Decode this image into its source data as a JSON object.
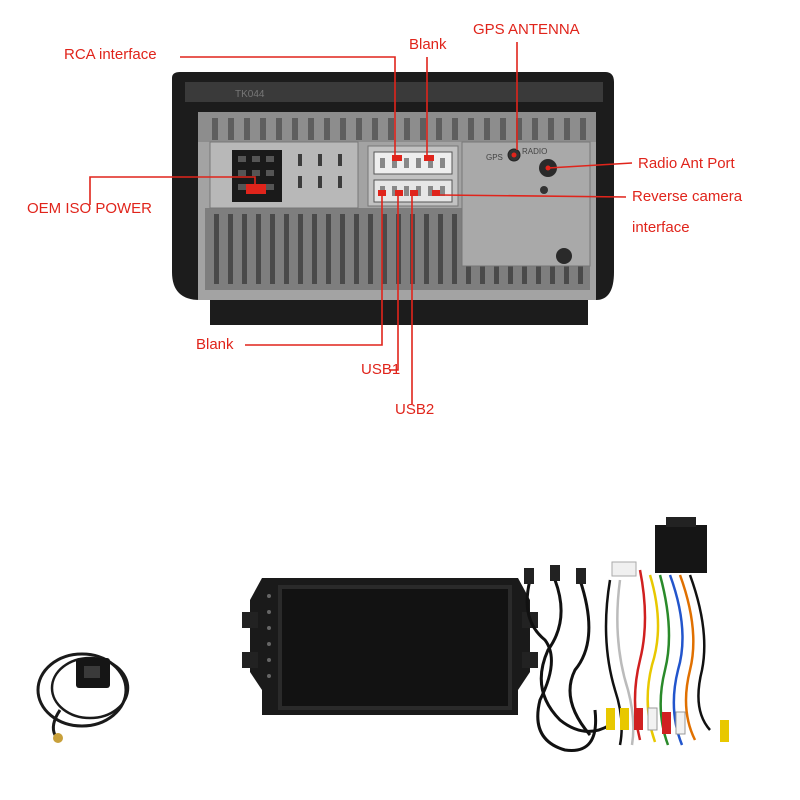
{
  "labels": {
    "rca_interface": "RCA interface",
    "blank_top": "Blank",
    "gps_antenna": "GPS ANTENNA",
    "radio_ant_port": "Radio Ant Port",
    "oem_iso_power": "OEM ISO POWER",
    "reverse_camera_line1": "Reverse camera",
    "reverse_camera_line2": "interface",
    "blank_bottom": "Blank",
    "usb1": "USB1",
    "usb2": "USB2"
  },
  "unit_markings": {
    "model": "TK044",
    "gps_small": "GPS",
    "radio_small": "RADIO"
  },
  "colors": {
    "label_red": "#e0241b",
    "body_black": "#1c1c1c",
    "panel_gray": "#9a9a9a"
  }
}
